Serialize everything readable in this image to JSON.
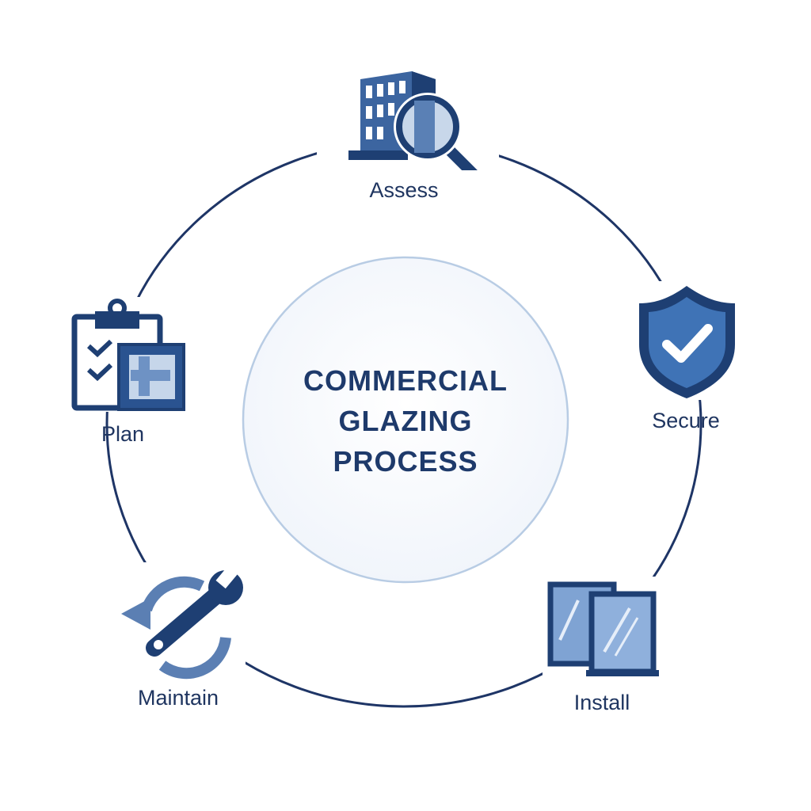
{
  "title": [
    "COMMERCIAL",
    "GLAZING",
    "PROCESS"
  ],
  "steps": [
    {
      "label": "Assess",
      "icon": "building-magnifier-icon"
    },
    {
      "label": "Secure",
      "icon": "shield-check-icon"
    },
    {
      "label": "Install",
      "icon": "glass-panes-icon"
    },
    {
      "label": "Maintain",
      "icon": "wrench-cycle-icon"
    },
    {
      "label": "Plan",
      "icon": "clipboard-blueprint-icon"
    }
  ],
  "colors": {
    "primary": "#1e3f73",
    "accent": "#3f6fb0",
    "light": "#a9c0dd",
    "ring": "#b8cce4"
  }
}
